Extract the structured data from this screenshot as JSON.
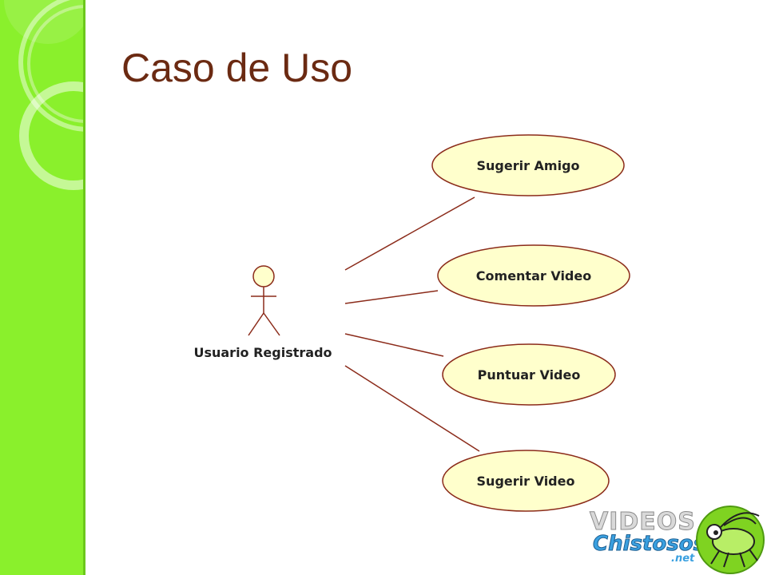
{
  "slide": {
    "title": "Caso de Uso"
  },
  "diagram": {
    "actor": {
      "label": "Usuario Registrado"
    },
    "use_cases": [
      {
        "label": "Sugerir Amigo"
      },
      {
        "label": "Comentar Video"
      },
      {
        "label": "Puntuar Video"
      },
      {
        "label": "Sugerir Video"
      }
    ]
  },
  "logo": {
    "word1": "VIDEOS",
    "word2": "Chistosos",
    "word3": ".net"
  },
  "colors": {
    "sidebar": "#8af02c",
    "title": "#6b2a12",
    "ellipse_fill": "#ffffcc",
    "ellipse_stroke": "#8b2b1a",
    "line": "#8b2b1a"
  }
}
